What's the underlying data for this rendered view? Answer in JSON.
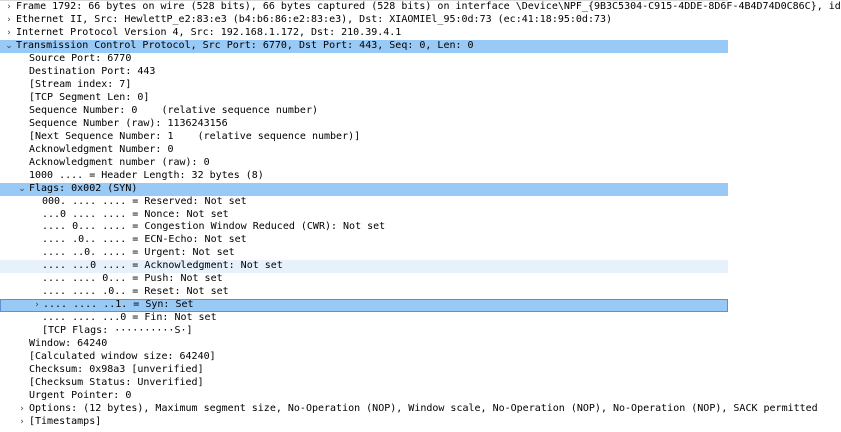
{
  "packet_tree": {
    "rows": [
      {
        "text": "Frame 1792: 66 bytes on wire (528 bits), 66 bytes captured (528 bits) on interface \\Device\\NPF_{9B3C5304-C915-4DDE-8D6F-4B4D74D0C86C}, id",
        "level": 0,
        "toggle": "collapsed",
        "highlight": "none"
      },
      {
        "text": "Ethernet II, Src: HewlettP_e2:83:e3 (b4:b6:86:e2:83:e3), Dst: XIAOMIEl_95:0d:73 (ec:41:18:95:0d:73)",
        "level": 0,
        "toggle": "collapsed",
        "highlight": "none"
      },
      {
        "text": "Internet Protocol Version 4, Src: 192.168.1.172, Dst: 210.39.4.1",
        "level": 0,
        "toggle": "collapsed",
        "highlight": "none"
      },
      {
        "text": "Transmission Control Protocol, Src Port: 6770, Dst Port: 443, Seq: 0, Len: 0",
        "level": 0,
        "toggle": "expanded",
        "highlight": "strong"
      },
      {
        "text": "Source Port: 6770",
        "level": 1,
        "toggle": "none",
        "highlight": "none"
      },
      {
        "text": "Destination Port: 443",
        "level": 1,
        "toggle": "none",
        "highlight": "none"
      },
      {
        "text": "[Stream index: 7]",
        "level": 1,
        "toggle": "none",
        "highlight": "none"
      },
      {
        "text": "[TCP Segment Len: 0]",
        "level": 1,
        "toggle": "none",
        "highlight": "none"
      },
      {
        "text": "Sequence Number: 0    (relative sequence number)",
        "level": 1,
        "toggle": "none",
        "highlight": "none"
      },
      {
        "text": "Sequence Number (raw): 1136243156",
        "level": 1,
        "toggle": "none",
        "highlight": "none"
      },
      {
        "text": "[Next Sequence Number: 1    (relative sequence number)]",
        "level": 1,
        "toggle": "none",
        "highlight": "none"
      },
      {
        "text": "Acknowledgment Number: 0",
        "level": 1,
        "toggle": "none",
        "highlight": "none"
      },
      {
        "text": "Acknowledgment number (raw): 0",
        "level": 1,
        "toggle": "none",
        "highlight": "none"
      },
      {
        "text": "1000 .... = Header Length: 32 bytes (8)",
        "level": 1,
        "toggle": "none",
        "highlight": "none"
      },
      {
        "text": "Flags: 0x002 (SYN)",
        "level": 1,
        "toggle": "expanded",
        "highlight": "strong"
      },
      {
        "text": "000. .... .... = Reserved: Not set",
        "level": 2,
        "toggle": "none",
        "highlight": "none"
      },
      {
        "text": "...0 .... .... = Nonce: Not set",
        "level": 2,
        "toggle": "none",
        "highlight": "none"
      },
      {
        "text": ".... 0... .... = Congestion Window Reduced (CWR): Not set",
        "level": 2,
        "toggle": "none",
        "highlight": "none"
      },
      {
        "text": ".... .0.. .... = ECN-Echo: Not set",
        "level": 2,
        "toggle": "none",
        "highlight": "none"
      },
      {
        "text": ".... ..0. .... = Urgent: Not set",
        "level": 2,
        "toggle": "none",
        "highlight": "none"
      },
      {
        "text": ".... ...0 .... = Acknowledgment: Not set",
        "level": 2,
        "toggle": "none",
        "highlight": "light"
      },
      {
        "text": ".... .... 0... = Push: Not set",
        "level": 2,
        "toggle": "none",
        "highlight": "none"
      },
      {
        "text": ".... .... .0.. = Reset: Not set",
        "level": 2,
        "toggle": "none",
        "highlight": "none"
      },
      {
        "text": ".... .... ..1. = Syn: Set",
        "level": 2,
        "toggle": "collapsed",
        "highlight": "strong-bordered"
      },
      {
        "text": ".... .... ...0 = Fin: Not set",
        "level": 2,
        "toggle": "none",
        "highlight": "none"
      },
      {
        "text": "[TCP Flags: ··········S·]",
        "level": 2,
        "toggle": "none",
        "highlight": "none"
      },
      {
        "text": "Window: 64240",
        "level": 1,
        "toggle": "none",
        "highlight": "none"
      },
      {
        "text": "[Calculated window size: 64240]",
        "level": 1,
        "toggle": "none",
        "highlight": "none"
      },
      {
        "text": "Checksum: 0x98a3 [unverified]",
        "level": 1,
        "toggle": "none",
        "highlight": "none"
      },
      {
        "text": "[Checksum Status: Unverified]",
        "level": 1,
        "toggle": "none",
        "highlight": "none"
      },
      {
        "text": "Urgent Pointer: 0",
        "level": 1,
        "toggle": "none",
        "highlight": "none"
      },
      {
        "text": "Options: (12 bytes), Maximum segment size, No-Operation (NOP), Window scale, No-Operation (NOP), No-Operation (NOP), SACK permitted",
        "level": 1,
        "toggle": "collapsed",
        "highlight": "none"
      },
      {
        "text": "[Timestamps]",
        "level": 1,
        "toggle": "collapsed",
        "highlight": "none"
      }
    ],
    "toggle_glyphs": {
      "collapsed": "›",
      "expanded": "⌄"
    },
    "colors": {
      "selection": "#99c9f5",
      "hover": "#e6f1fb",
      "selection_border": "#5a93cf",
      "text": "#000000"
    }
  }
}
